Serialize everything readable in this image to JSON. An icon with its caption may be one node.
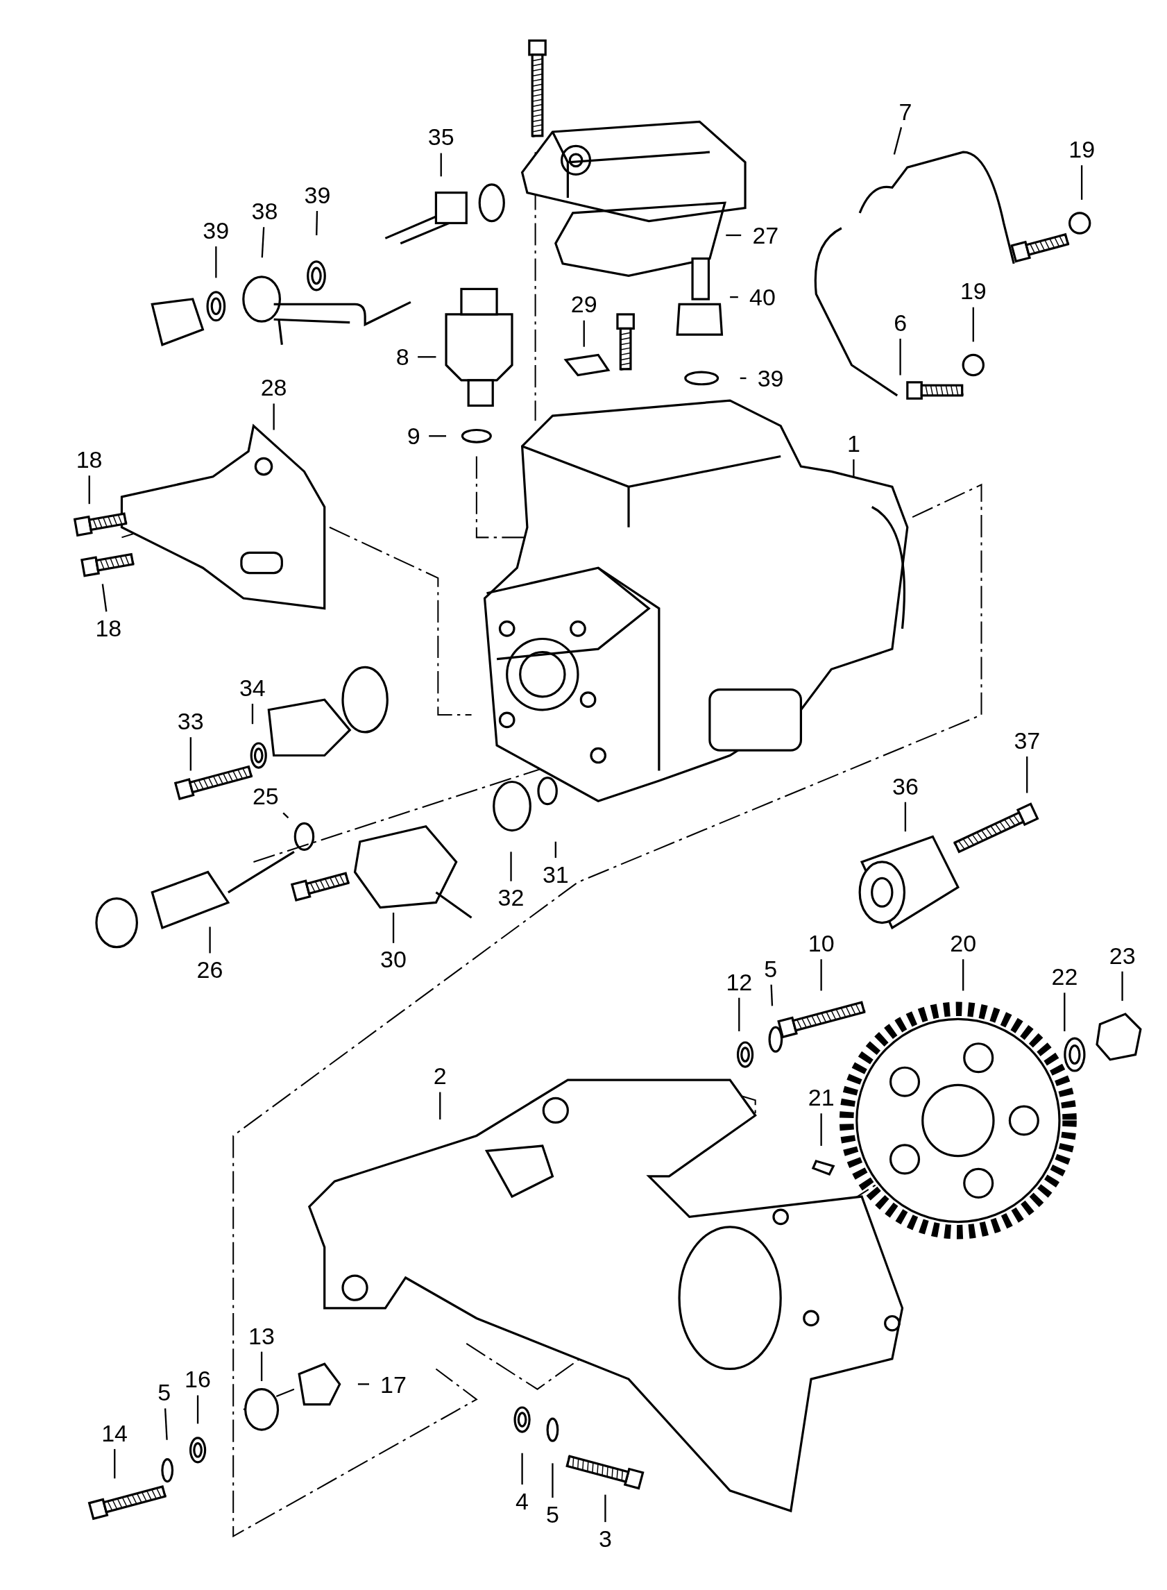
{
  "diagram": {
    "nodes": [
      {
        "text": [
          "7"
        ]
      },
      {
        "text": [
          "35"
        ]
      },
      {
        "text": [
          "19"
        ]
      },
      {
        "text": [
          "39"
        ]
      },
      {
        "text": [
          "38"
        ]
      },
      {
        "text": [
          "39"
        ]
      },
      {
        "text": [
          "27"
        ]
      },
      {
        "text": [
          "19"
        ]
      },
      {
        "text": [
          "40"
        ]
      },
      {
        "text": [
          "29"
        ]
      },
      {
        "text": [
          "6"
        ]
      },
      {
        "text": [
          "8"
        ]
      },
      {
        "text": [
          "39"
        ]
      },
      {
        "text": [
          "28"
        ]
      },
      {
        "text": [
          "9"
        ]
      },
      {
        "text": [
          "1"
        ]
      },
      {
        "text": [
          "18"
        ]
      },
      {
        "text": [
          "18"
        ]
      },
      {
        "text": [
          "34"
        ]
      },
      {
        "text": [
          "33"
        ]
      },
      {
        "text": [
          "37"
        ]
      },
      {
        "text": [
          "36"
        ]
      },
      {
        "text": [
          "25"
        ]
      },
      {
        "text": [
          "31"
        ]
      },
      {
        "text": [
          "32"
        ]
      },
      {
        "text": [
          "30"
        ]
      },
      {
        "text": [
          "26"
        ]
      },
      {
        "text": [
          "10"
        ]
      },
      {
        "text": [
          "20"
        ]
      },
      {
        "text": [
          "23"
        ]
      },
      {
        "text": [
          "5"
        ]
      },
      {
        "text": [
          "22"
        ]
      },
      {
        "text": [
          "12"
        ]
      },
      {
        "text": [
          "2"
        ]
      },
      {
        "text": [
          "21"
        ]
      },
      {
        "text": [
          "13"
        ]
      },
      {
        "text": [
          "16"
        ]
      },
      {
        "text": [
          "17"
        ]
      },
      {
        "text": [
          "5"
        ]
      },
      {
        "text": [
          "14"
        ]
      },
      {
        "text": [
          "4"
        ]
      },
      {
        "text": [
          "5"
        ]
      },
      {
        "text": [
          "3"
        ]
      }
    ],
    "edges": [
      {
        "from": 0,
        "to": null,
        "arrow": "none"
      },
      {
        "from": 1,
        "to": null,
        "arrow": "none"
      },
      {
        "from": 2,
        "to": null,
        "arrow": "none"
      },
      {
        "from": 3,
        "to": null,
        "arrow": "none"
      },
      {
        "from": 4,
        "to": null,
        "arrow": "none"
      },
      {
        "from": 5,
        "to": null,
        "arrow": "none"
      },
      {
        "from": 6,
        "to": null,
        "arrow": "none"
      },
      {
        "from": 7,
        "to": null,
        "arrow": "none"
      },
      {
        "from": 8,
        "to": null,
        "arrow": "none"
      },
      {
        "from": 9,
        "to": null,
        "arrow": "none"
      },
      {
        "from": 10,
        "to": null,
        "arrow": "none"
      },
      {
        "from": 11,
        "to": null,
        "arrow": "none"
      },
      {
        "from": 12,
        "to": null,
        "arrow": "none"
      },
      {
        "from": 13,
        "to": null,
        "arrow": "none"
      },
      {
        "from": 14,
        "to": null,
        "arrow": "none"
      },
      {
        "from": 15,
        "to": null,
        "arrow": "none"
      },
      {
        "from": 16,
        "to": null,
        "arrow": "none"
      },
      {
        "from": 17,
        "to": null,
        "arrow": "none"
      },
      {
        "from": 18,
        "to": null,
        "arrow": "none"
      },
      {
        "from": 19,
        "to": null,
        "arrow": "none"
      },
      {
        "from": 20,
        "to": null,
        "arrow": "none"
      },
      {
        "from": 21,
        "to": null,
        "arrow": "none"
      },
      {
        "from": 22,
        "to": null,
        "arrow": "none"
      },
      {
        "from": 23,
        "to": null,
        "arrow": "none"
      },
      {
        "from": 24,
        "to": null,
        "arrow": "none"
      },
      {
        "from": 25,
        "to": null,
        "arrow": "none"
      },
      {
        "from": 26,
        "to": null,
        "arrow": "none"
      },
      {
        "from": 27,
        "to": null,
        "arrow": "none"
      },
      {
        "from": 28,
        "to": null,
        "arrow": "none"
      },
      {
        "from": 29,
        "to": null,
        "arrow": "none"
      },
      {
        "from": 30,
        "to": null,
        "arrow": "none"
      },
      {
        "from": 31,
        "to": null,
        "arrow": "none"
      },
      {
        "from": 32,
        "to": null,
        "arrow": "none"
      },
      {
        "from": 33,
        "to": null,
        "arrow": "none"
      },
      {
        "from": 34,
        "to": null,
        "arrow": "none"
      },
      {
        "from": 35,
        "to": null,
        "arrow": "none"
      },
      {
        "from": 36,
        "to": null,
        "arrow": "none"
      },
      {
        "from": 37,
        "to": null,
        "arrow": "none"
      },
      {
        "from": 38,
        "to": null,
        "arrow": "none"
      },
      {
        "from": 39,
        "to": null,
        "arrow": "none"
      },
      {
        "from": 40,
        "to": null,
        "arrow": "none"
      },
      {
        "from": 41,
        "to": null,
        "arrow": "none"
      },
      {
        "from": 42,
        "to": null,
        "arrow": "none"
      }
    ]
  }
}
